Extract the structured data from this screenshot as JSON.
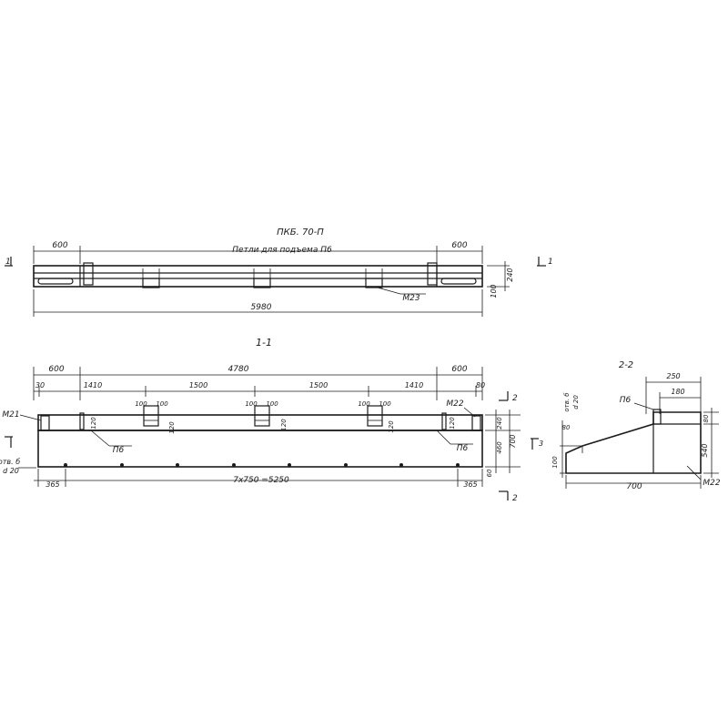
{
  "plan": {
    "title": "ПКБ. 70-П",
    "note": "Петли для подъема П6",
    "dim_left": "600",
    "dim_right": "600",
    "dim_total": "5980",
    "h_top": "240",
    "h_bottom": "100",
    "bolt": "М23",
    "section_mark": "1"
  },
  "elevation": {
    "title": "1-1",
    "dim_overall": "4780",
    "dim_left": "600",
    "dim_right": "600",
    "seg_left_edge": "30",
    "seg_1": "1410",
    "seg_2": "1500",
    "seg_3": "1500",
    "seg_4": "1410",
    "seg_right_edge": "80",
    "hole_w": "100",
    "loop_label_left": "П6",
    "loop_label_right": "П6",
    "bolt_left": "М21",
    "bolt_right": "М22",
    "height_1": "240",
    "height_2": "460",
    "height_3": "700",
    "height_4": "60",
    "small_dims": [
      "120",
      "120",
      "120",
      "120",
      "120"
    ],
    "opening_label_a": "отв. б",
    "opening_label_b": "d 20",
    "edge_left": "365",
    "edge_right": "365",
    "holes_dim": "7x750 =5250",
    "section_mark": "2"
  },
  "section": {
    "title": "2-2",
    "dim_top": "250",
    "dim_inner": "180",
    "loop": "П6",
    "opening_a": "отв. б",
    "opening_b": "d 20",
    "h_80_left": "80",
    "h_100": "100",
    "h_80_right": "80",
    "h_540": "540",
    "width": "700",
    "bolt": "М22",
    "mark": "3"
  }
}
